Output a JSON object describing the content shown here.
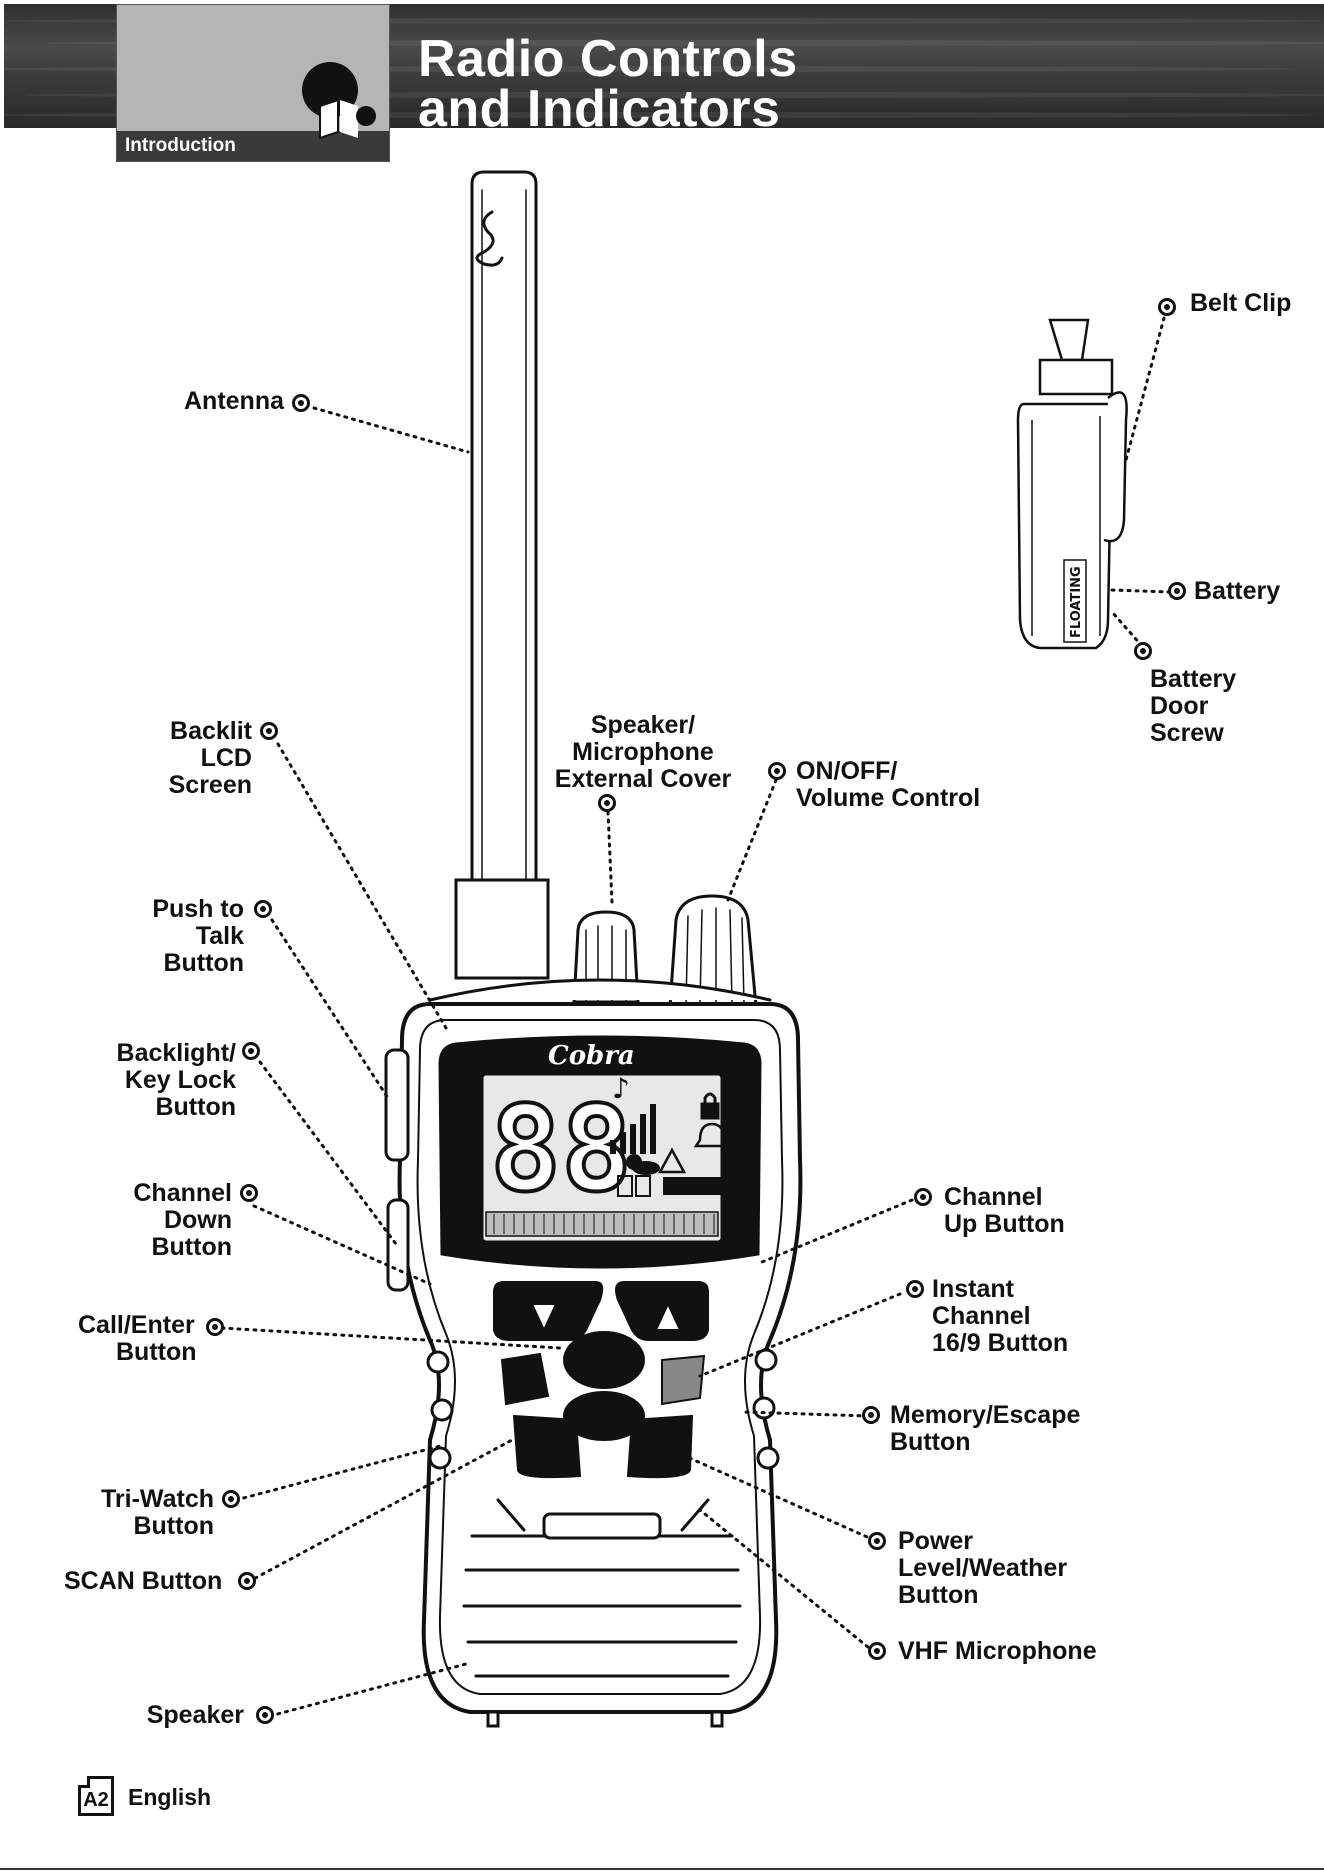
{
  "header": {
    "section": "Introduction",
    "title_line1": "Radio Controls",
    "title_line2": "and Indicators"
  },
  "device": {
    "logo_text": "Cobra",
    "lcd_digits": "88",
    "side_label": "FLOATING"
  },
  "callouts": {
    "belt_clip": "Belt Clip",
    "antenna": "Antenna",
    "battery": "Battery",
    "battery_door_screw": [
      "Battery",
      "Door",
      "Screw"
    ],
    "backlit_lcd": [
      "Backlit",
      "LCD",
      "Screen"
    ],
    "speaker_mic_cover": [
      "Speaker/",
      "Microphone",
      "External Cover"
    ],
    "on_off_volume": [
      "ON/OFF/",
      "Volume Control"
    ],
    "push_to_talk": [
      "Push to",
      "Talk",
      "Button"
    ],
    "backlight_key_lock": [
      "Backlight/",
      "Key Lock",
      "Button"
    ],
    "channel_down": [
      "Channel",
      "Down",
      "Button"
    ],
    "channel_up": [
      "Channel",
      "Up Button"
    ],
    "instant_channel": [
      "Instant",
      "Channel",
      "16/9 Button"
    ],
    "call_enter": [
      "Call/Enter",
      "Button"
    ],
    "memory_escape": [
      "Memory/Escape",
      "Button"
    ],
    "tri_watch": [
      "Tri-Watch",
      "Button"
    ],
    "scan": "SCAN Button",
    "power_level": [
      "Power",
      "Level/Weather",
      "Button"
    ],
    "vhf_microphone": "VHF Microphone",
    "speaker": "Speaker"
  },
  "footer": {
    "page_number": "A2",
    "language": "English"
  }
}
